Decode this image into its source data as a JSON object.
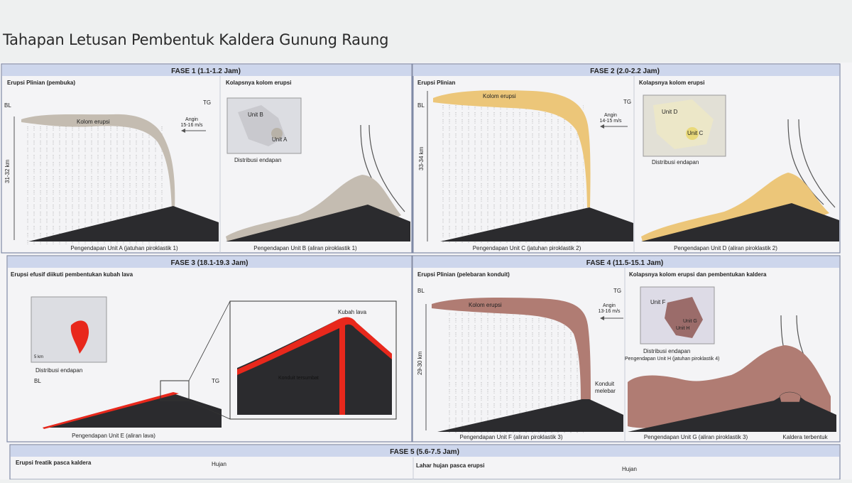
{
  "page_title": "Tahapan Letusan Pembentuk Kaldera Gunung Raung",
  "phases": {
    "f1": {
      "header": "FASE 1 (1.1-1.2 Jam)",
      "left_title": "Erupsi Plinian (pembuka)",
      "right_title": "Kolapsnya kolom erupsi",
      "bl": "BL",
      "tg": "TG",
      "height": "31-32 km",
      "column_label": "Kolom erupsi",
      "wind_1": "Angin",
      "wind_2": "15-16 m/s",
      "map_unit_b": "Unit B",
      "map_unit_a": "Unit A",
      "distribution": "Distribusi endapan",
      "caption_left": "Pengendapan Unit A (jatuhan piroklastik 1)",
      "caption_right": "Pengendapan Unit B (aliran piroklastik 1)"
    },
    "f2": {
      "header": "FASE 2 (2.0-2.2 Jam)",
      "left_title": "Erupsi Plinian",
      "right_title": "Kolapsnya kolom erupsi",
      "bl": "BL",
      "tg": "TG",
      "height": "33-34 km",
      "column_label": "Kolom erupsi",
      "wind_1": "Angin",
      "wind_2": "14-15 m/s",
      "map_unit_d": "Unit D",
      "map_unit_c": "Unit C",
      "distribution": "Distribusi endapan",
      "caption_left": "Pengendapan Unit C (jatuhan piroklastik 2)",
      "caption_right": "Pengendapan Unit D (aliran piroklastik 2)"
    },
    "f3": {
      "header": "FASE 3 (18.1-19.3 Jam)",
      "left_title": "Erupsi efusif diikuti pembentukan kubah lava",
      "bl": "BL",
      "tg": "TG",
      "distribution": "Distribusi endapan",
      "scale": "5 km",
      "dome_label": "Kubah lava",
      "conduit_label": "Konduit tersumbat",
      "caption": "Pengendapan Unit E (aliran lava)"
    },
    "f4": {
      "header": "FASE 4 (11.5-15.1 Jam)",
      "left_title": "Erupsi Plinian (pelebaran konduit)",
      "right_title": "Kolapsnya kolom erupsi dan pembentukan kaldera",
      "bl": "BL",
      "tg": "TG",
      "height": "29-30 km",
      "column_label": "Kolom erupsi",
      "wind_1": "Angin",
      "wind_2": "13-16 m/s",
      "conduit_1": "Konduit",
      "conduit_2": "melebar",
      "map_unit_f": "Unit F",
      "map_unit_g": "Unit G",
      "map_unit_h": "Unit H",
      "distribution": "Distribusi endapan",
      "unit_h_caption": "Pengendapan Unit H (jatuhan piroklastik 4)",
      "caption_left": "Pengendapan Unit F (aliran piroklastik 3)",
      "caption_right": "Pengendapan Unit G (aliran piroklastik 3)",
      "caldera": "Kaldera terbentuk"
    },
    "f5": {
      "header": "FASE 5 (5.6-7.5 Jam)",
      "left_title": "Erupsi freatik pasca kaldera",
      "right_title": "Lahar hujan pasca erupsi",
      "rain_left": "Hujan",
      "rain_right": "Hujan"
    }
  },
  "colors": {
    "header_bg": "#cdd6ec",
    "border": "#7f8aa6",
    "grey_column": "#c4bcb1",
    "yellow_column": "#ecc679",
    "mauve_column": "#b07c73",
    "lava_red": "#e8281c",
    "volcano": "#2b2b2e"
  }
}
